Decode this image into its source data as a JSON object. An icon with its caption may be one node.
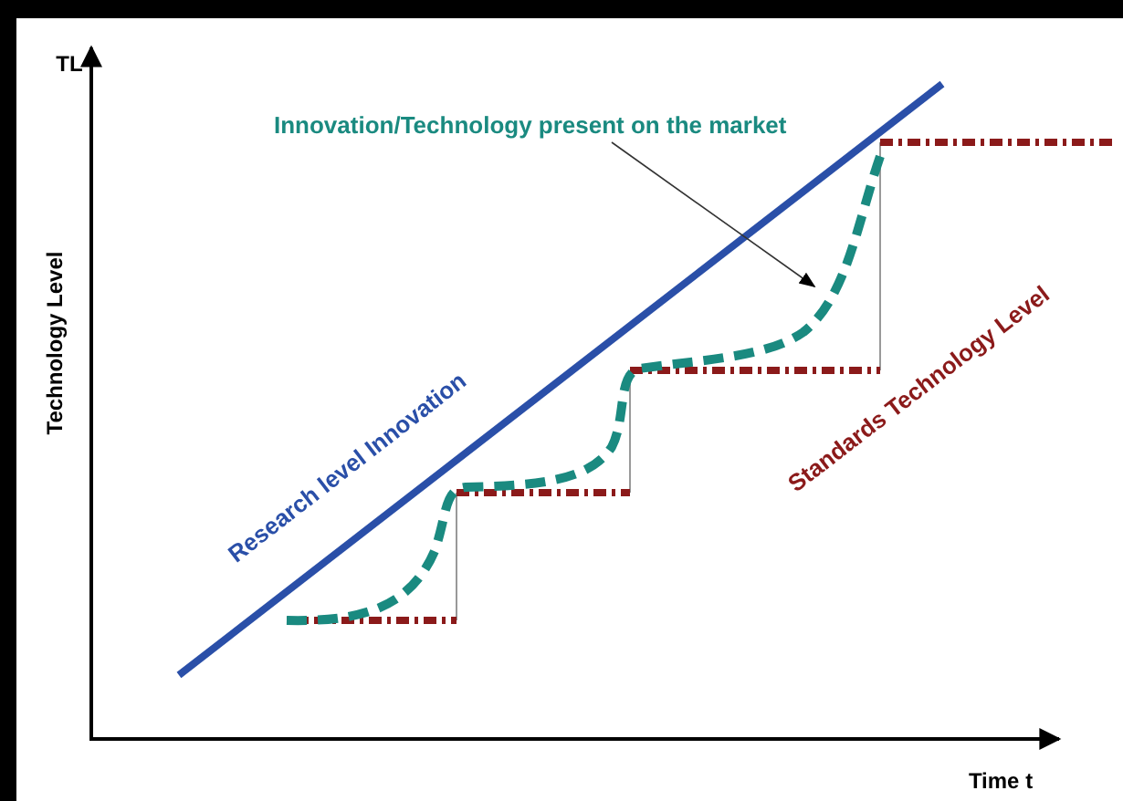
{
  "diagram": {
    "nodes": [
      {
        "text": [
          "Innovation/Technology present on the market"
        ]
      },
      {
        "text": [],
        "shape": "curve"
      }
    ],
    "edges": [
      {
        "from": 0,
        "to": 1,
        "arrow": "to"
      }
    ],
    "labels": [
      "TL",
      "Technology Level",
      "Research level Innovation",
      "Standards Technology Level",
      "Time t"
    ]
  }
}
